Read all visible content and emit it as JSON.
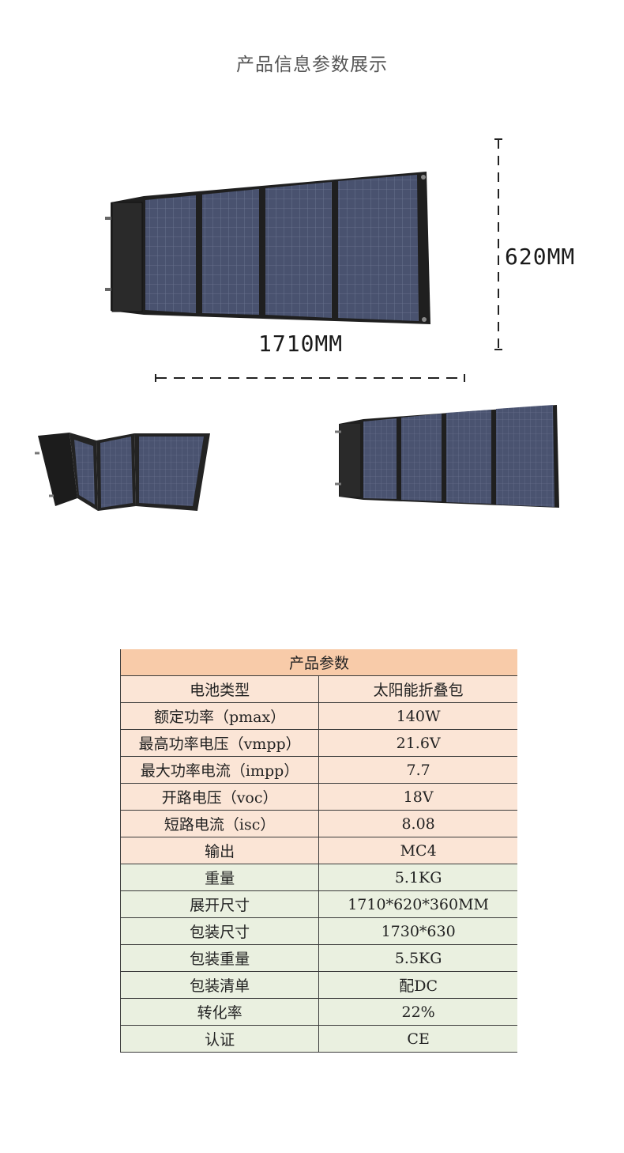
{
  "page_title": "产品信息参数展示",
  "dimensions": {
    "height_label": "620MM",
    "width_label": "1710MM"
  },
  "colors": {
    "header_bg": "#f8cba9",
    "row_peach": "#fbe5d6",
    "row_green": "#eaf0e0",
    "panel_cell": "#46506e",
    "panel_frame": "#1e1e1e"
  },
  "spec_table": {
    "header": "产品参数",
    "rows": [
      {
        "key": "电池类型",
        "value": "太阳能折叠包"
      },
      {
        "key": "额定功率（pmax）",
        "value": "140W"
      },
      {
        "key": "最高功率电压（vmpp）",
        "value": "21.6V"
      },
      {
        "key": "最大功率电流（impp）",
        "value": "7.7"
      },
      {
        "key": "开路电压（voc）",
        "value": "18V"
      },
      {
        "key": "短路电流（isc）",
        "value": "8.08"
      },
      {
        "key": "输出",
        "value": "MC4"
      },
      {
        "key": "重量",
        "value": "5.1KG"
      },
      {
        "key": "展开尺寸",
        "value": "1710*620*360MM"
      },
      {
        "key": "包装尺寸",
        "value": "1730*630"
      },
      {
        "key": "包装重量",
        "value": "5.5KG"
      },
      {
        "key": "包装清单",
        "value": "配DC"
      },
      {
        "key": "转化率",
        "value": "22%"
      },
      {
        "key": "认证",
        "value": "CE"
      }
    ]
  }
}
